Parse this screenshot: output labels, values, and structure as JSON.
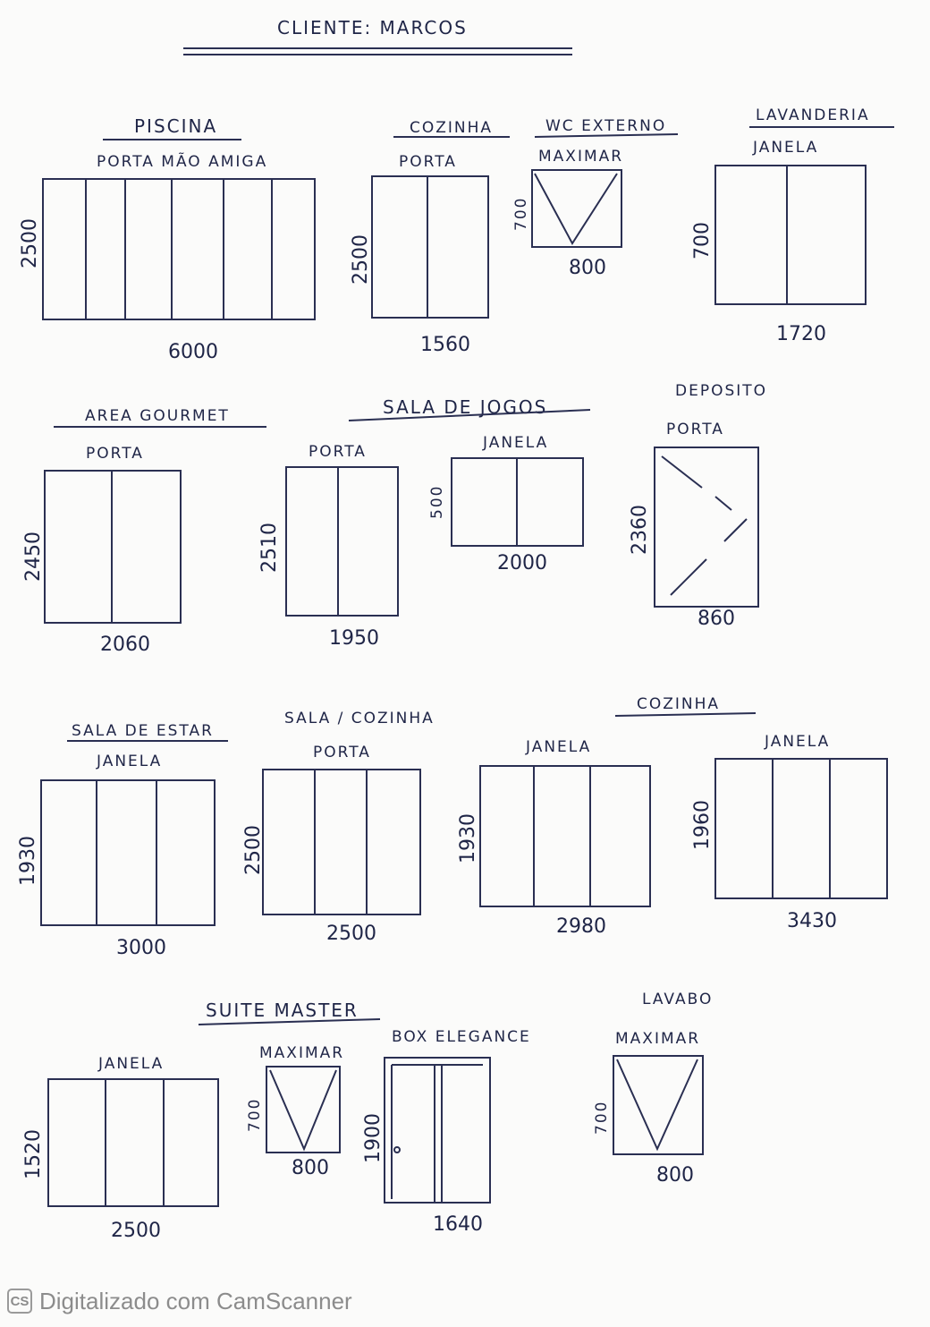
{
  "title": "CLIENTE: MARCOS",
  "rooms": [
    {
      "key": "piscina",
      "name": "PISCINA",
      "items": [
        {
          "type": "PORTA MÃO AMIGA",
          "height": "2500",
          "width": "6000",
          "panels": 6
        }
      ]
    },
    {
      "key": "cozinha1",
      "name": "COZINHA",
      "items": [
        {
          "type": "PORTA",
          "height": "2500",
          "width": "1560",
          "panels": 2
        }
      ]
    },
    {
      "key": "wc",
      "name": "WC EXTERNO",
      "items": [
        {
          "type": "MAXIMAR",
          "height": "700",
          "width": "800",
          "panels": 1
        }
      ]
    },
    {
      "key": "lavanderia",
      "name": "LAVANDERIA",
      "items": [
        {
          "type": "JANELA",
          "height": "700",
          "width": "1720",
          "panels": 2
        }
      ]
    },
    {
      "key": "gourmet",
      "name": "AREA GOURMET",
      "items": [
        {
          "type": "PORTA",
          "height": "2450",
          "width": "2060",
          "panels": 2
        }
      ]
    },
    {
      "key": "jogos",
      "name": "SALA DE JOGOS",
      "items": [
        {
          "type": "PORTA",
          "height": "2510",
          "width": "1950",
          "panels": 2
        },
        {
          "type": "JANELA",
          "height": "500",
          "width": "2000",
          "panels": 2
        }
      ]
    },
    {
      "key": "deposito",
      "name": "DEPOSITO",
      "items": [
        {
          "type": "PORTA",
          "height": "2360",
          "width": "860",
          "panels": 1
        }
      ]
    },
    {
      "key": "estar",
      "name": "SALA DE ESTAR",
      "items": [
        {
          "type": "JANELA",
          "height": "1930",
          "width": "3000",
          "panels": 3
        }
      ]
    },
    {
      "key": "salacozinha",
      "name": "SALA / COZINHA",
      "items": [
        {
          "type": "PORTA",
          "height": "2500",
          "width": "2500",
          "panels": 3
        }
      ]
    },
    {
      "key": "cozinha2",
      "name": "COZINHA",
      "items": [
        {
          "type": "JANELA",
          "height": "1930",
          "width": "2980",
          "panels": 3
        },
        {
          "type": "JANELA",
          "height": "1960",
          "width": "3430",
          "panels": 3
        }
      ]
    },
    {
      "key": "suite",
      "name": "SUITE MASTER",
      "items": [
        {
          "type": "JANELA",
          "height": "1520",
          "width": "2500",
          "panels": 3
        },
        {
          "type": "MAXIMAR",
          "height": "700",
          "width": "800",
          "panels": 1
        }
      ]
    },
    {
      "key": "box",
      "name": "BOX ELEGANCE",
      "items": [
        {
          "type": "",
          "height": "1900",
          "width": "1640",
          "panels": 2
        }
      ]
    },
    {
      "key": "lavabo",
      "name": "LAVABO",
      "items": [
        {
          "type": "MAXIMAR",
          "height": "700",
          "width": "800",
          "panels": 1
        }
      ]
    }
  ],
  "footer": {
    "logo": "CS",
    "text": "Digitalizado com CamScanner"
  }
}
